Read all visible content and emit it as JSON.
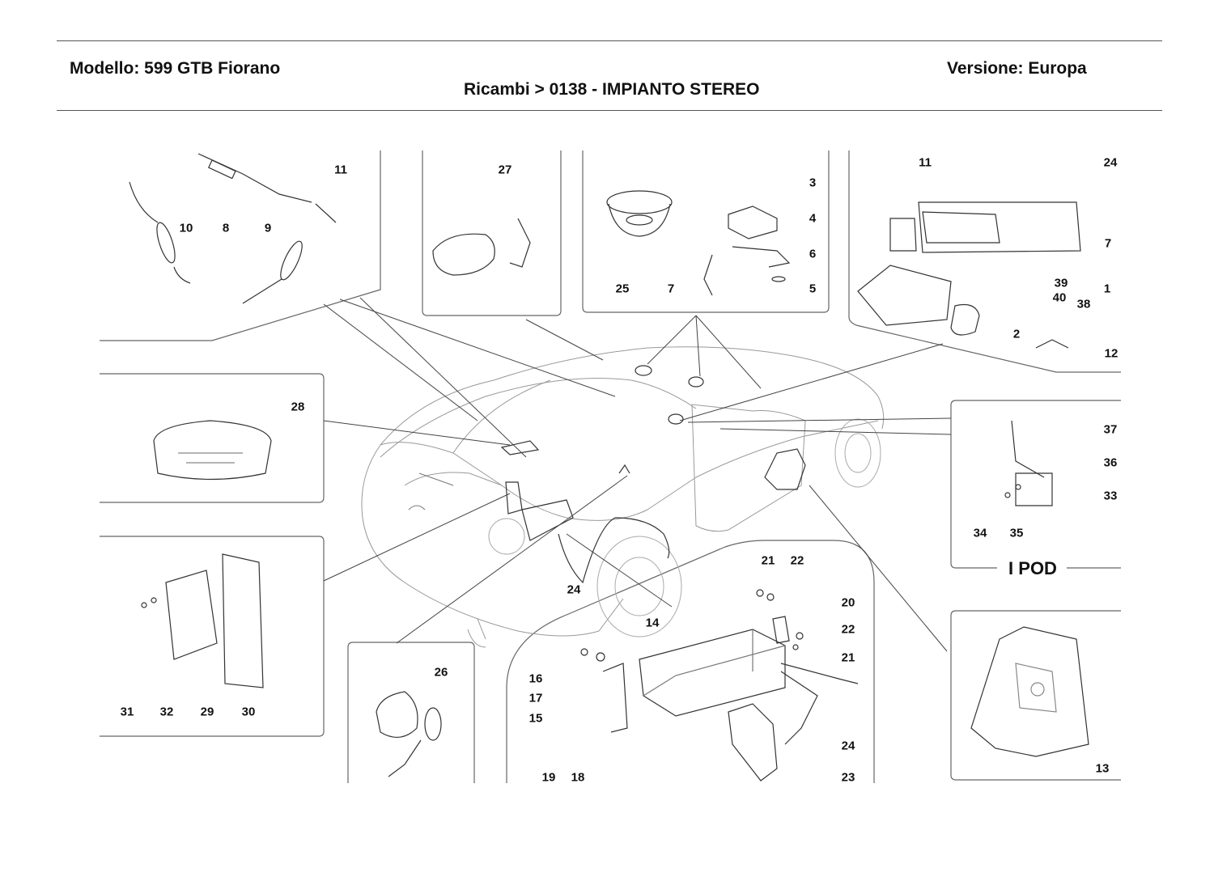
{
  "header": {
    "model": "Modello: 599 GTB Fiorano",
    "version": "Versione: Europa",
    "section": "Ricambi > 0138 - IMPIANTO STEREO"
  },
  "ipod_label": "I POD",
  "callouts": [
    "11",
    "10",
    "8",
    "9",
    "27",
    "3",
    "4",
    "6",
    "5",
    "25",
    "7",
    "24",
    "7",
    "39",
    "40",
    "38",
    "1",
    "2",
    "12",
    "28",
    "37",
    "36",
    "33",
    "34",
    "35",
    "31",
    "32",
    "29",
    "30",
    "21",
    "22",
    "20",
    "14",
    "22",
    "21",
    "16",
    "17",
    "15",
    "26",
    "24",
    "19",
    "18",
    "23",
    "13"
  ]
}
